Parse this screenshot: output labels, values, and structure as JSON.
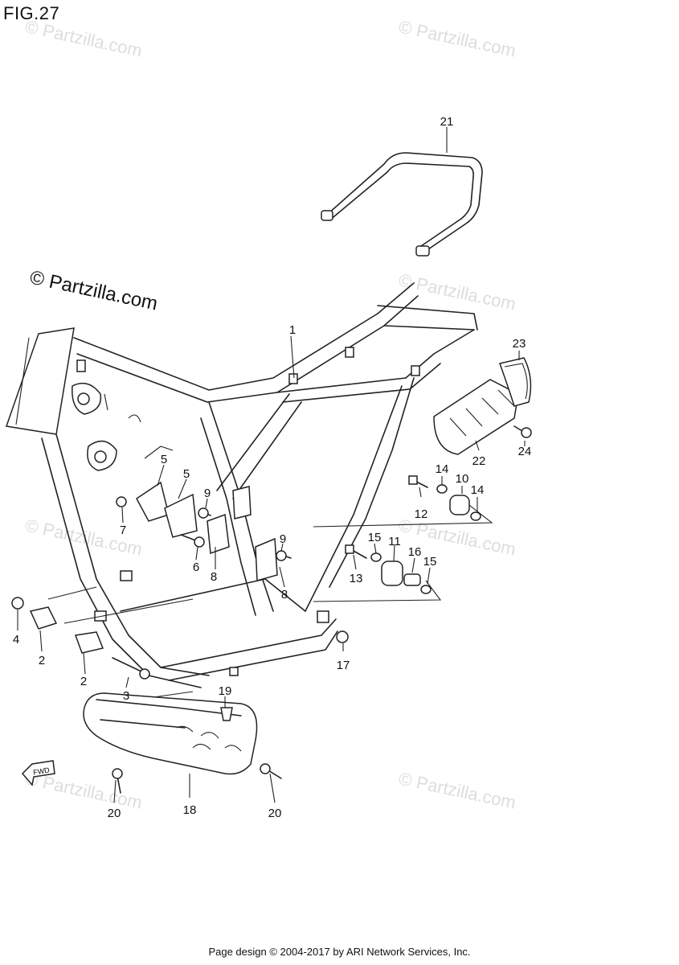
{
  "figure": {
    "title": "FIG.27"
  },
  "watermark": {
    "text": "© Partzilla.com"
  },
  "forward_arrow": {
    "label": "FWD"
  },
  "callouts": [
    "1",
    "2",
    "2",
    "3",
    "4",
    "5",
    "5",
    "6",
    "7",
    "8",
    "8",
    "9",
    "9",
    "10",
    "11",
    "12",
    "13",
    "14",
    "14",
    "15",
    "15",
    "16",
    "17",
    "18",
    "19",
    "20",
    "20",
    "21",
    "22",
    "23",
    "24"
  ],
  "footer": {
    "text": "Page design © 2004-2017 by ARI Network Services, Inc."
  }
}
